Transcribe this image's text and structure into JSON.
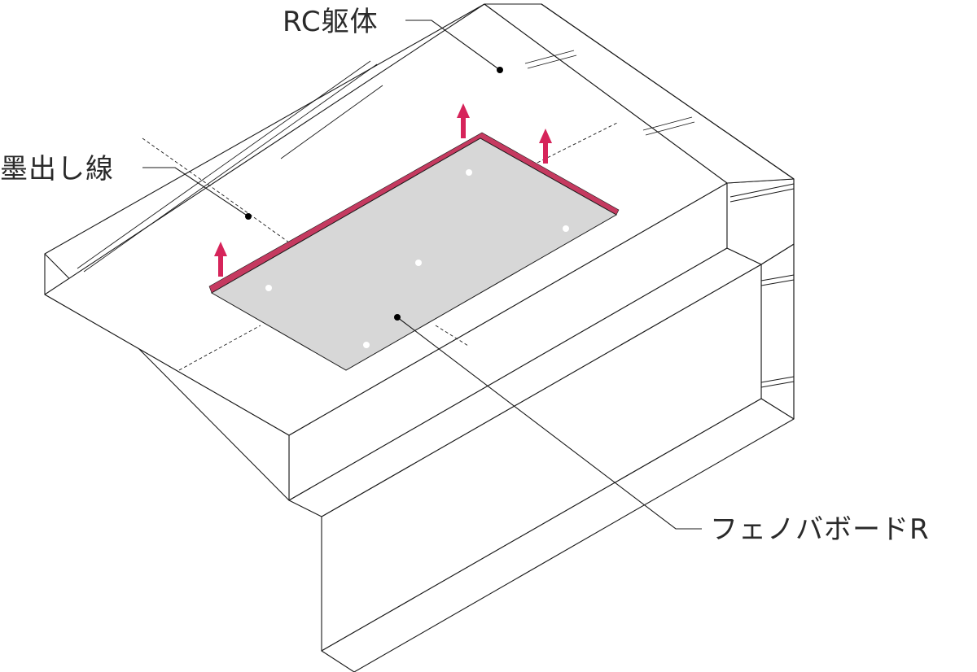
{
  "labels": {
    "structure": "RC躯体",
    "marking_line": "墨出し線",
    "board": "フェノバボードR"
  },
  "colors": {
    "board_fill": "#d7d7d7",
    "board_edge": "#c53a60",
    "arrow": "#d6245a",
    "line": "#1a1a1a"
  }
}
